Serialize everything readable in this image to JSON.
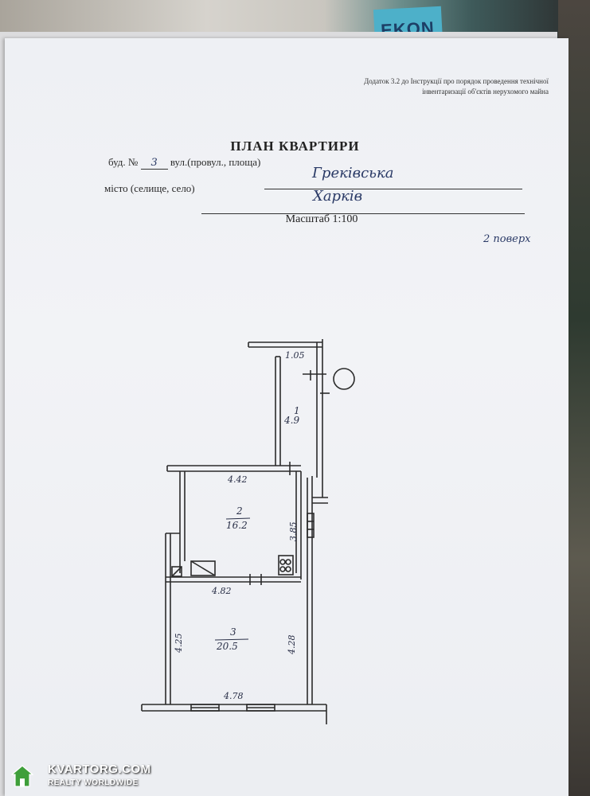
{
  "header_note": {
    "line1": "Додаток 3.2 до Інструкції про порядок проведення технічної",
    "line2": "інвентаризації об'єктів нерухомого майна"
  },
  "title": "ПЛАН КВАРТИРИ",
  "address": {
    "building_label": "буд. №",
    "building_value": "3",
    "street_label": "вул.(провул., площа)",
    "street_value": "Греківська",
    "city_label": "місто (селище, село)",
    "city_value": "Харків"
  },
  "scale": "Масштаб 1:100",
  "floor_note": "2 поверх",
  "plan": {
    "rooms": [
      {
        "number": "1",
        "area": "4.9"
      },
      {
        "number": "2",
        "area": "16.2"
      },
      {
        "number": "3",
        "area": "20.5"
      }
    ],
    "dimensions": {
      "d105": "1.05",
      "d442": "4.42",
      "d385": "3.85",
      "d482": "4.82",
      "d425": "4.25",
      "d428": "4.28",
      "d478": "4.78"
    }
  },
  "watermark": {
    "brand": "KVARTORG.COM",
    "tagline": "REALTY WORLDWIDE"
  }
}
